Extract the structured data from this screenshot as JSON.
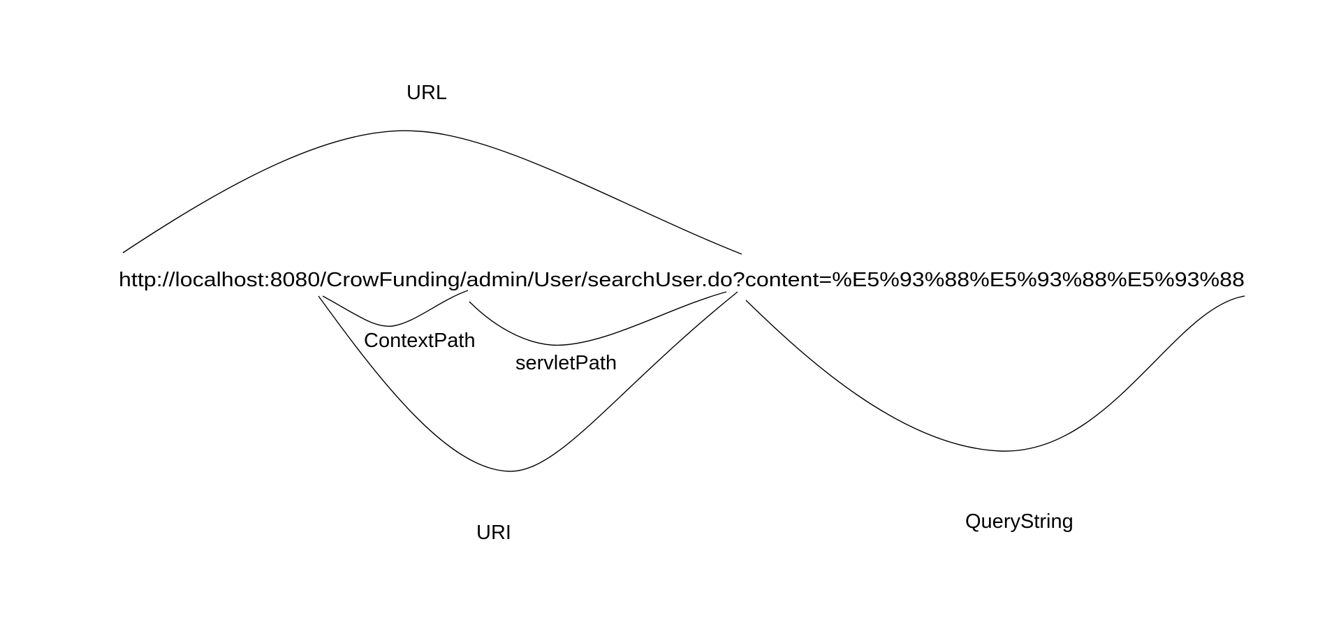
{
  "diagram": {
    "url_string": "http://localhost:8080/CrowFunding/admin/User/searchUser.do?content=%E5%93%88%E5%93%88%E5%93%88",
    "labels": {
      "url": "URL",
      "context_path": "ContextPath",
      "servlet_path": "servletPath",
      "uri": "URI",
      "query_string": "QueryString"
    },
    "stroke_color": "#000000",
    "background_color": "#ffffff"
  }
}
